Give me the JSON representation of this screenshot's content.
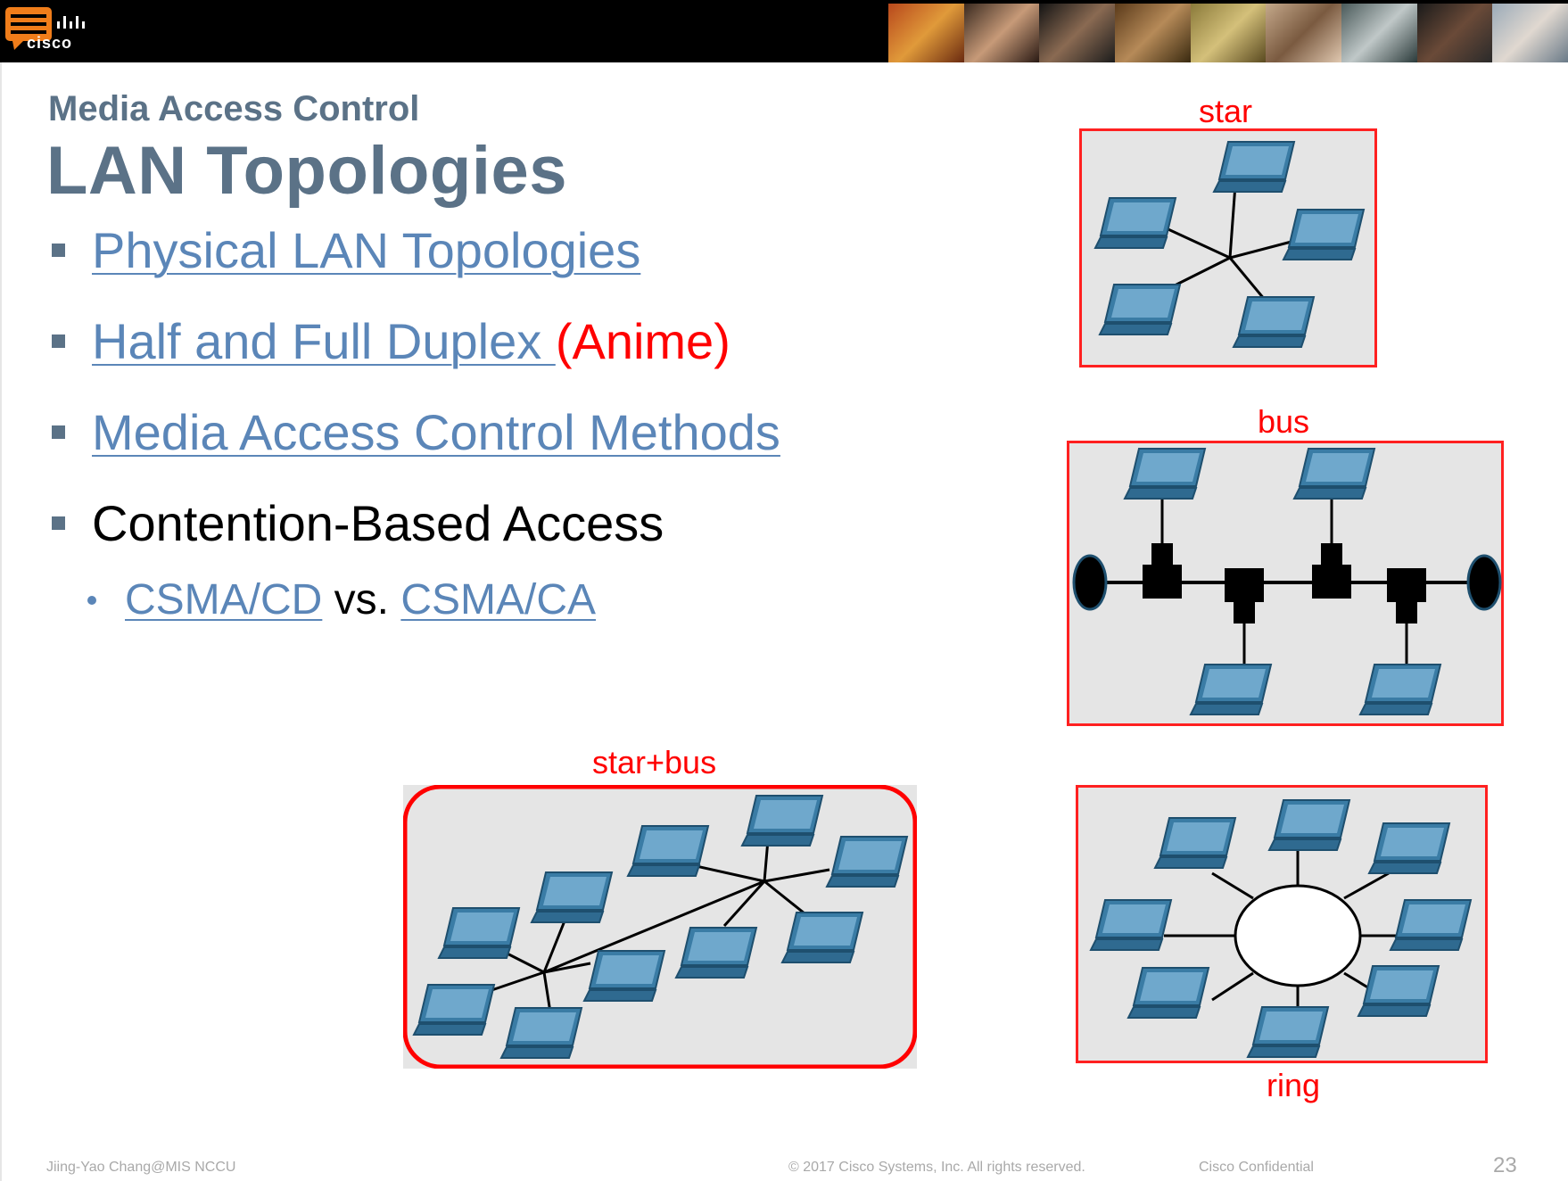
{
  "header": {
    "logo_text": "cisco",
    "banner_icon": "chat-bubble-icon"
  },
  "supertitle": "Media Access Control",
  "title": "LAN Topologies",
  "bullets": [
    {
      "text": "Physical LAN Topologies"
    },
    {
      "text": "Half and Full Duplex ",
      "suffix": "(Anime)"
    },
    {
      "text": "Media Access Control Methods"
    },
    {
      "text": "Contention-Based Access"
    }
  ],
  "sub_bullet": {
    "link1": "CSMA/CD",
    "mid": " vs. ",
    "link2": "CSMA/CA"
  },
  "diagrams": {
    "star": {
      "caption": "star"
    },
    "bus": {
      "caption": "bus"
    },
    "starbus": {
      "caption": "star+bus"
    },
    "ring": {
      "caption": "ring"
    }
  },
  "footer": {
    "author": "Jiing-Yao Chang@MIS NCCU",
    "copyright": "© 2017 Cisco Systems, Inc. All rights reserved.",
    "confidential": "Cisco Confidential",
    "page": "23"
  },
  "colors": {
    "title": "#5b7287",
    "link": "#5b86b8",
    "highlight": "#ff0000",
    "laptop": "#3a7ca5"
  }
}
